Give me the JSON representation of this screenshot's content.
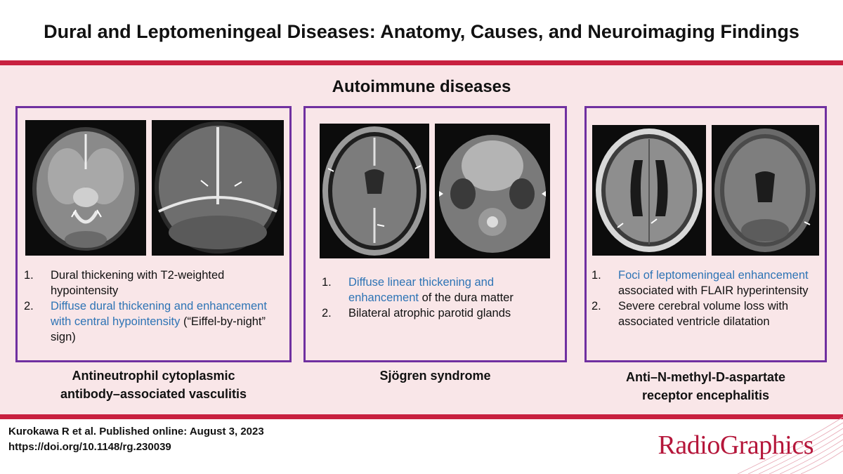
{
  "title": "Dural and Leptomeningeal Diseases: Anatomy, Causes, and Neuroimaging Findings",
  "section_title": "Autoimmune diseases",
  "cards": [
    {
      "findings": [
        {
          "num": "1.",
          "parts": [
            {
              "text": "Dural thickening with T2-weighted hypointensity",
              "blue": false
            }
          ]
        },
        {
          "num": "2.",
          "parts": [
            {
              "text": "Diffuse dural thickening and enhancement with central hypointensity",
              "blue": true
            },
            {
              "text": " (“Eiffel-by-night” sign)",
              "blue": false
            }
          ]
        }
      ],
      "caption_line1": "Antineutrophil cytoplasmic",
      "caption_line2": "antibody–associated vasculitis"
    },
    {
      "findings": [
        {
          "num": "1.",
          "parts": [
            {
              "text": "Diffuse linear thickening and enhancement",
              "blue": true
            },
            {
              "text": " of the dura matter",
              "blue": false
            }
          ]
        },
        {
          "num": "2.",
          "parts": [
            {
              "text": "Bilateral atrophic parotid glands",
              "blue": false
            }
          ]
        }
      ],
      "caption_line1": "Sjögren syndrome",
      "caption_line2": ""
    },
    {
      "findings": [
        {
          "num": "1.",
          "parts": [
            {
              "text": "Foci of leptomeningeal enhancement",
              "blue": true
            },
            {
              "text": " associated with FLAIR hyperintensity",
              "blue": false
            }
          ]
        },
        {
          "num": "2.",
          "parts": [
            {
              "text": "Severe cerebral volume loss with associated ventricle dilatation",
              "blue": false
            }
          ]
        }
      ],
      "caption_line1": "Anti–N-methyl-D-aspartate",
      "caption_line2": "receptor encephalitis"
    }
  ],
  "citation": {
    "line1": "Kurokawa R et al. Published online: August 3, 2023",
    "line2": "https://doi.org/10.1148/rg.230039"
  },
  "logo": "RadioGraphics",
  "colors": {
    "accent_red": "#c8203f",
    "card_border": "#7030a0",
    "highlight_blue": "#2e74b5",
    "panel_pink": "#f9e6e8"
  }
}
